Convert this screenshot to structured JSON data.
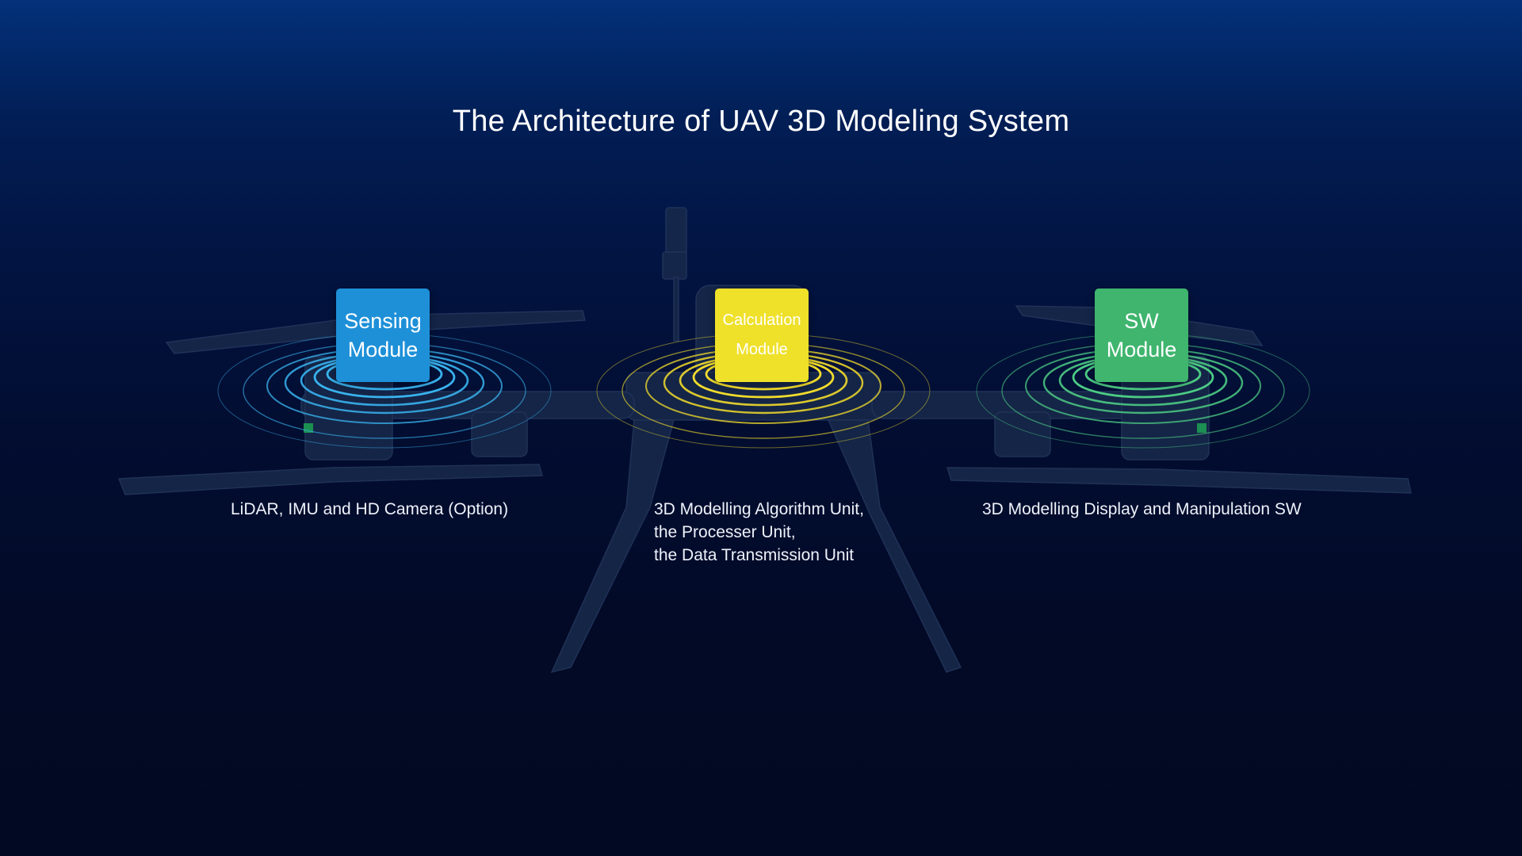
{
  "title": "The Architecture of UAV 3D Modeling System",
  "modules": [
    {
      "id": "sensing",
      "label_lines": [
        "Sensing",
        "Module"
      ],
      "color": "#1e90d8",
      "ring_color": "#39b3ee",
      "description_lines": [
        "LiDAR, IMU and HD Camera (Option)"
      ]
    },
    {
      "id": "calculation",
      "label_lines": [
        "Calculation",
        "Module"
      ],
      "color": "#efe02a",
      "ring_color": "#f2dc2c",
      "description_lines": [
        "3D Modelling Algorithm Unit,",
        "the Processer Unit,",
        "the Data Transmission Unit"
      ]
    },
    {
      "id": "sw",
      "label_lines": [
        "SW",
        "Module"
      ],
      "color": "#3fb56e",
      "ring_color": "#4ccb84",
      "description_lines": [
        "3D Modelling Display and Manipulation SW"
      ]
    }
  ],
  "colors": {
    "background_top": "#03317a",
    "background_bottom": "#020922",
    "drone_silhouette": "#1a2a4c"
  }
}
